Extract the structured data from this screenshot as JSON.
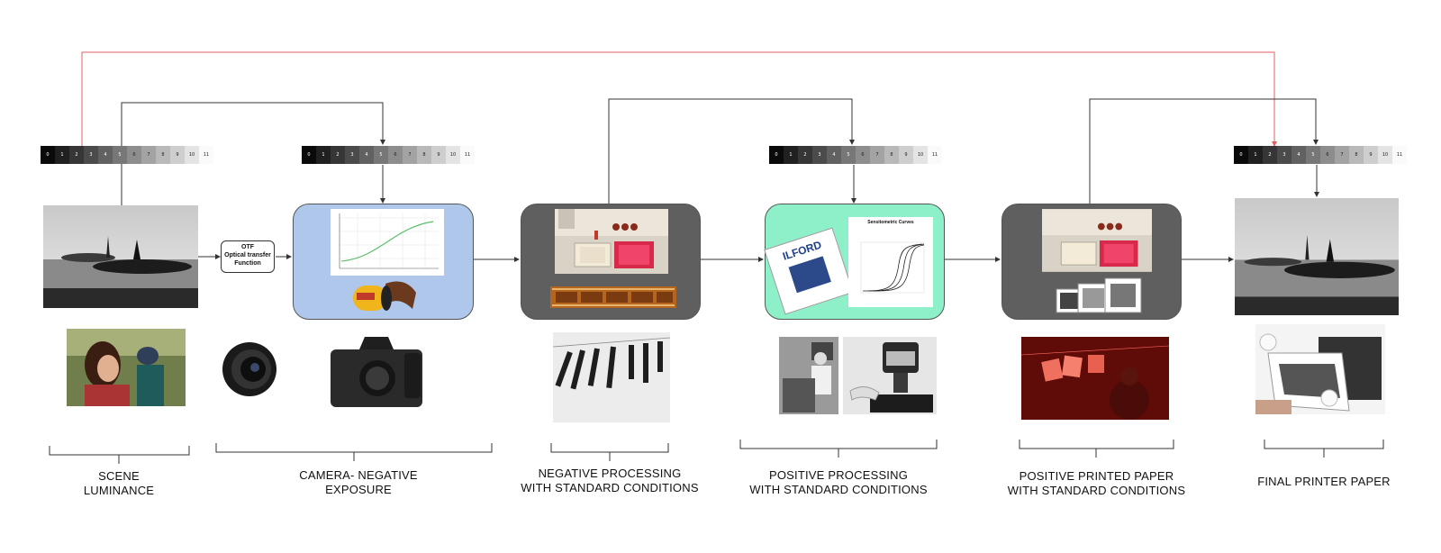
{
  "otf_box": {
    "line1": "OTF",
    "line2": "Optical transfer",
    "line3": "Function"
  },
  "step_wedge": {
    "ticks": [
      "0",
      "1",
      "2",
      "3",
      "4",
      "5",
      "6",
      "7",
      "8",
      "9",
      "10",
      "11"
    ]
  },
  "spectrometric_card": {
    "title": "Sensitometric Curves"
  },
  "film_box": {
    "brand": "ILFORD"
  },
  "stages": [
    {
      "line1": "SCENE",
      "line2": "LUMINANCE"
    },
    {
      "line1": "CAMERA- NEGATIVE",
      "line2": "EXPOSURE"
    },
    {
      "line1": "NEGATIVE PROCESSING",
      "line2": "WITH STANDARD CONDITIONS"
    },
    {
      "line1": "POSITIVE PROCESSING",
      "line2": "WITH STANDARD CONDITIONS"
    },
    {
      "line1": "POSITIVE PRINTED PAPER",
      "line2": "WITH STANDARD CONDITIONS"
    },
    {
      "line1": "FINAL PRINTER PAPER",
      "line2": ""
    }
  ],
  "colors": {
    "feedback_line": "#e06060",
    "flow_line": "#333333",
    "blue_box": "#aec7ea",
    "dark_box": "#5f5f5f",
    "mint_box": "#8df0c8"
  }
}
